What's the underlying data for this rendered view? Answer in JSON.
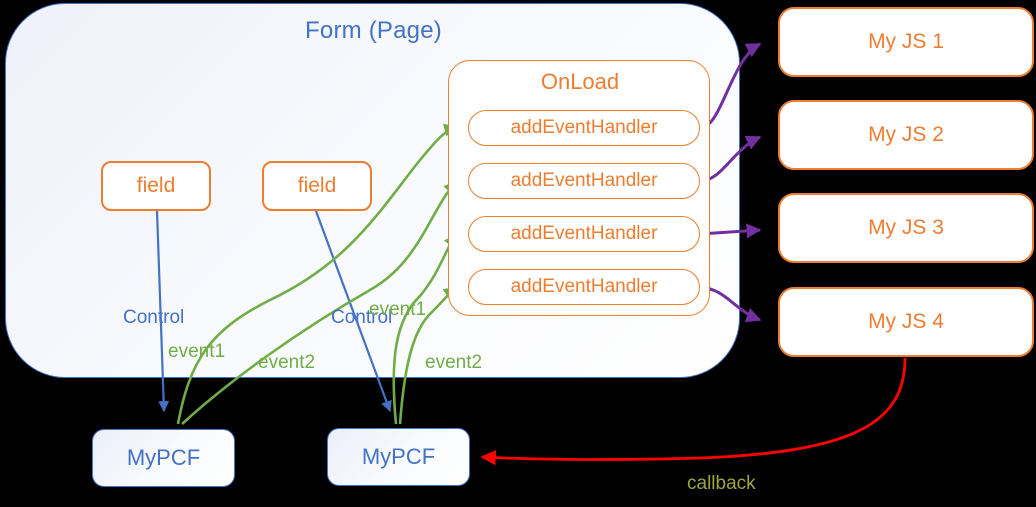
{
  "diagram": {
    "title": "PCF event handler wiring diagram",
    "colors": {
      "orange": "#ED7D31",
      "blue": "#4472C4",
      "green": "#70AD47",
      "purple": "#7030A0",
      "red": "#FF0000",
      "olive": "#9DA63A",
      "background": "#000000"
    }
  },
  "form": {
    "title": "Form (Page)",
    "fields": [
      {
        "label": "field"
      },
      {
        "label": "field"
      }
    ],
    "onload": {
      "title": "OnLoad",
      "handlers": [
        {
          "label": "addEventHandler"
        },
        {
          "label": "addEventHandler"
        },
        {
          "label": "addEventHandler"
        },
        {
          "label": "addEventHandler"
        }
      ]
    }
  },
  "scripts": [
    {
      "label": "My JS 1"
    },
    {
      "label": "My JS 2"
    },
    {
      "label": "My JS 3"
    },
    {
      "label": "My JS 4"
    }
  ],
  "controls": [
    {
      "label": "MyPCF"
    },
    {
      "label": "MyPCF"
    }
  ],
  "edge_labels": {
    "control_1": "Control",
    "control_2": "Control",
    "event1_a": "event1",
    "event2_a": "event2",
    "event1_b": "event1",
    "event2_b": "event2",
    "callback": "callback"
  }
}
